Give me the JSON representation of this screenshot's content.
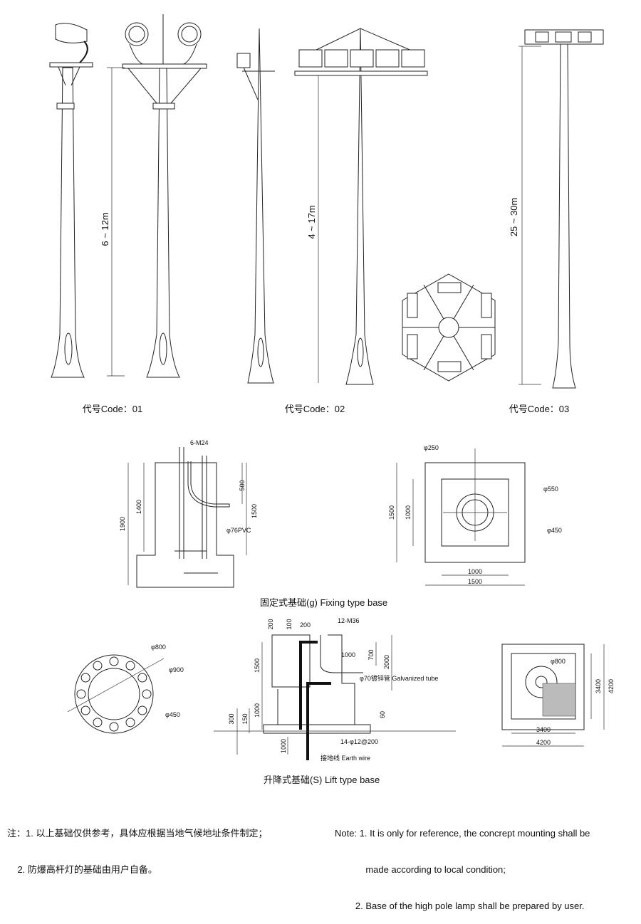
{
  "poles": {
    "code01": {
      "label": "代号Code：01",
      "height_range": "6 ~ 12m"
    },
    "code02": {
      "label": "代号Code：02",
      "height_range": "4 ~ 17m"
    },
    "code03": {
      "label": "代号Code：03",
      "height_range": "25 ~ 30m"
    }
  },
  "fixing_base": {
    "caption": "固定式基础(g) Fixing type base",
    "section": {
      "bolts": "6-M24",
      "h_total": "1900",
      "h_upper": "1400",
      "pipe_drop": "500",
      "pipe_depth": "1500",
      "pvc": "φ76PVC"
    },
    "plan": {
      "d250": "φ250",
      "d550": "φ550",
      "d450": "φ450",
      "h1500": "1500",
      "h1000": "1000",
      "w1000": "1000",
      "w1500": "1500"
    }
  },
  "lift_base": {
    "caption": "升降式基础(S) Lift type base",
    "flange": {
      "d800": "φ800",
      "d900": "φ900",
      "d450": "φ450"
    },
    "section": {
      "d200a": "200",
      "d100": "100",
      "d200b": "200",
      "bolts": "12-M36",
      "d1000a": "1000",
      "d700": "700",
      "d2000": "2000",
      "tube": "φ70镀锌管 Galvanized tube",
      "d1500": "1500",
      "d1000b": "1000",
      "d300": "300",
      "d150": "150",
      "d60": "60",
      "rebar": "14-φ12@200",
      "d1000c": "1000",
      "earth": "接地线 Earth wire"
    },
    "plan": {
      "d800": "φ800",
      "w3400": "3400",
      "w4200": "4200",
      "h3400": "3400",
      "h4200": "4200"
    }
  },
  "notes": {
    "cn": [
      "注：1. 以上基础仅供参考，具体应根据当地气候地址条件制定；",
      "    2. 防爆高杆灯的基础由用户自备。"
    ],
    "en": [
      "Note: 1. It is only for reference, the concrept mounting shall be",
      "            made according to local condition;",
      "        2. Base of the high pole lamp shall be prepared by user."
    ]
  }
}
